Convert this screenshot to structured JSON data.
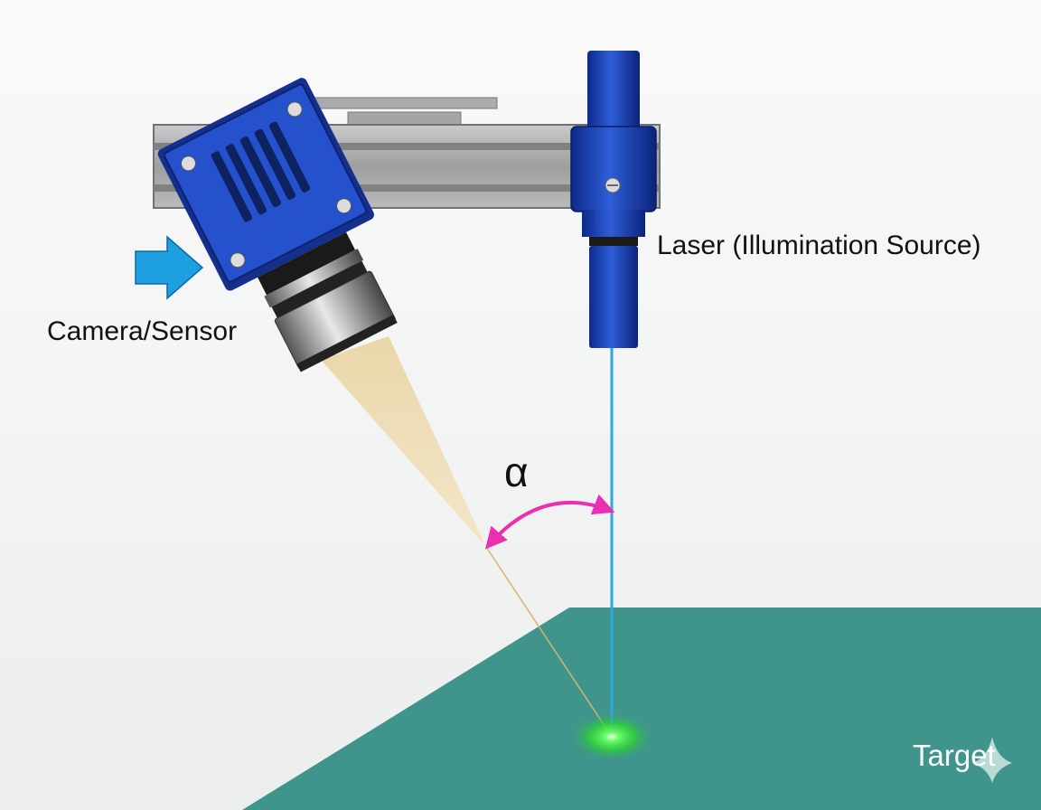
{
  "labels": {
    "camera": "Camera/Sensor",
    "laser": "Laser (Illumination Source)",
    "angle": "α",
    "target": "Target"
  },
  "colors": {
    "background": "#f3f4f4",
    "target_surface": "#3f958b",
    "laser_body": "#1d3fb0",
    "camera_body": "#1f4fc4",
    "laser_beam": "#2aa9e0",
    "camera_cone": "#ecd9a8",
    "angle_arc": "#e830b0",
    "laser_spot": "#4cf24c",
    "pointer_arrow": "#1e9fe0"
  },
  "icons": {
    "pointer": "arrow-right-icon",
    "target_marker": "sparkle-icon"
  }
}
